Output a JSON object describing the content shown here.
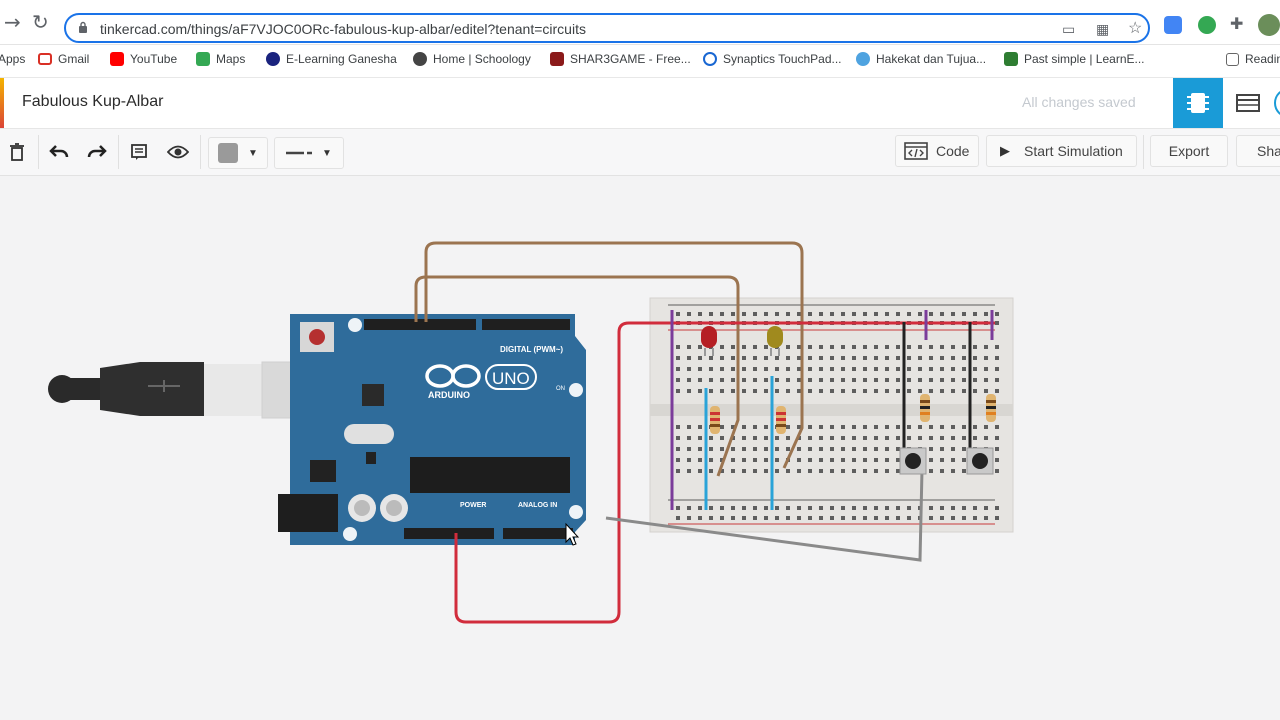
{
  "browser": {
    "url": "tinkercad.com/things/aF7VJOC0ORc-fabulous-kup-albar/editel?tenant=circuits",
    "bookmarks": [
      "Apps",
      "Gmail",
      "YouTube",
      "Maps",
      "E-Learning Ganesha",
      "Home | Schoology",
      "SHAR3GAME - Free...",
      "Synaptics TouchPad...",
      "Hakekat dan Tujua...",
      "Past simple | LearnE...",
      "Readin"
    ],
    "bookmark_colors": [
      "#4285f4",
      "#d93025",
      "#ff0000",
      "#34a853",
      "#1a237e",
      "#555555",
      "#8b1a1a",
      "#1967d2",
      "#4fa3e0",
      "#2e7d32",
      "#777777"
    ]
  },
  "app": {
    "title": "Fabulous Kup-Albar",
    "status": "All changes saved",
    "accent": "#1a9bd7"
  },
  "toolbar": {
    "code_label": "Code",
    "simulate_label": "Start Simulation",
    "export_label": "Export",
    "share_label": "Sha"
  },
  "arduino": {
    "brand": "ARDUINO",
    "model": "UNO",
    "digital_label": "DIGITAL (PWM~)",
    "power_label": "POWER",
    "analog_label": "ANALOG IN",
    "on_label": "ON",
    "body_color": "#2f6c9b"
  },
  "breadboard": {
    "leds": [
      {
        "color": "#b51f24"
      },
      {
        "color": "#a08a1e"
      }
    ],
    "resistors": 4,
    "buttons": 2
  },
  "wires": {
    "brown": "#9b7450",
    "red": "#d12c3c",
    "gray": "#8a8a8a",
    "purple": "#7b3c9a",
    "blue": "#2aa3d8",
    "black": "#222222"
  }
}
